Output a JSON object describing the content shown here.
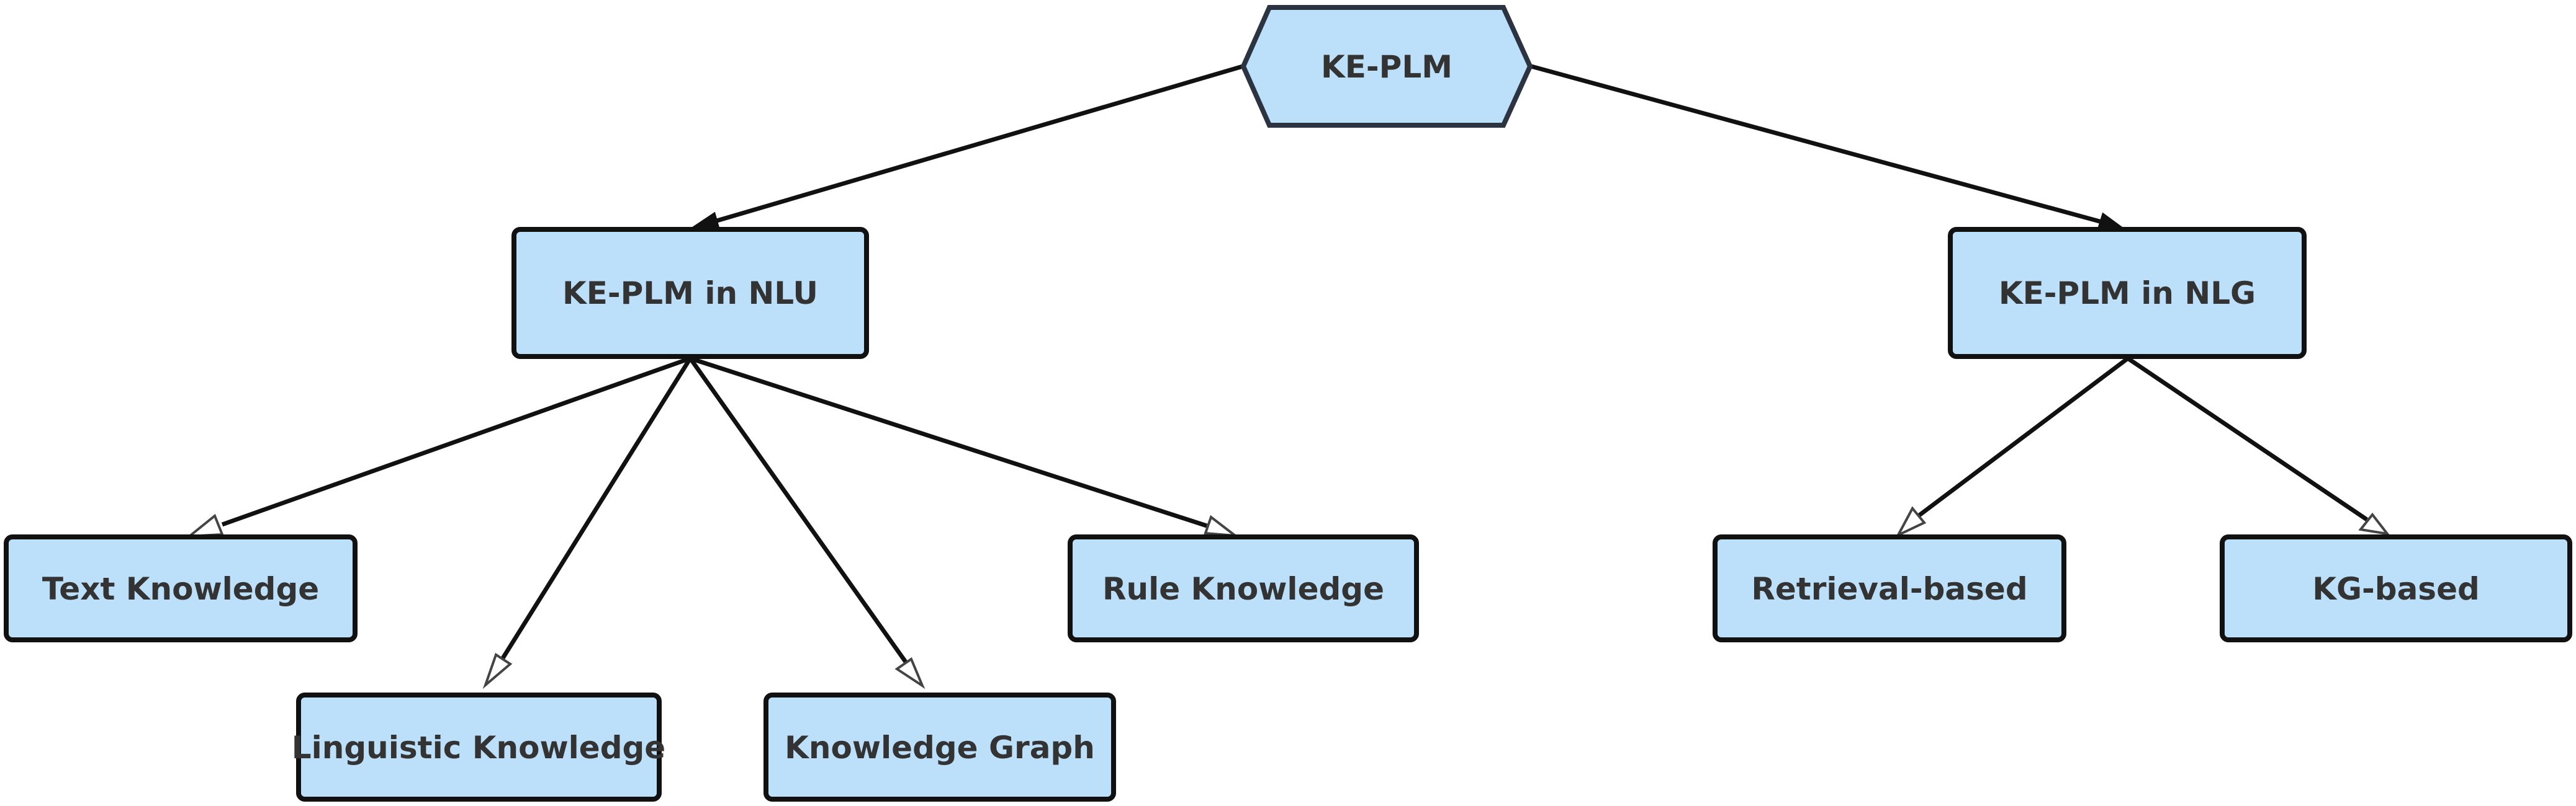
{
  "diagram": {
    "nodes": {
      "root": {
        "label": "KE-PLM"
      },
      "nlu": {
        "label": "KE-PLM in NLU"
      },
      "nlg": {
        "label": "KE-PLM in NLG"
      },
      "text_knowledge": {
        "label": "Text Knowledge"
      },
      "linguistic_knowledge": {
        "label": "Linguistic Knowledge"
      },
      "knowledge_graph": {
        "label": "Knowledge Graph"
      },
      "rule_knowledge": {
        "label": "Rule Knowledge"
      },
      "retrieval_based": {
        "label": "Retrieval-based"
      },
      "kg_based": {
        "label": "KG-based"
      }
    },
    "edges": [
      {
        "from": "root",
        "to": "nlu",
        "arrow": "solid"
      },
      {
        "from": "root",
        "to": "nlg",
        "arrow": "solid"
      },
      {
        "from": "nlu",
        "to": "text_knowledge",
        "arrow": "hollow"
      },
      {
        "from": "nlu",
        "to": "linguistic_knowledge",
        "arrow": "hollow"
      },
      {
        "from": "nlu",
        "to": "knowledge_graph",
        "arrow": "hollow"
      },
      {
        "from": "nlu",
        "to": "rule_knowledge",
        "arrow": "hollow"
      },
      {
        "from": "nlg",
        "to": "retrieval_based",
        "arrow": "hollow"
      },
      {
        "from": "nlg",
        "to": "kg_based",
        "arrow": "hollow"
      }
    ],
    "colors": {
      "node_fill": "#bde0fa",
      "node_stroke": "#111111",
      "label_text": "#333333",
      "edge": "#111111"
    }
  }
}
